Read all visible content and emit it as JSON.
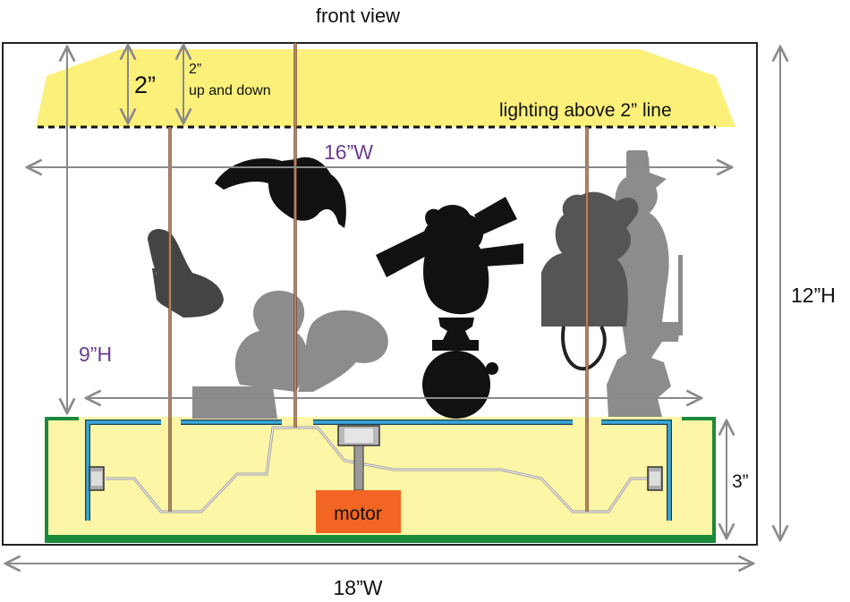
{
  "title": "front view",
  "labels": {
    "two_inch": "2”",
    "two_inch_small": "2”",
    "up_and_down": "up and down",
    "lighting": "lighting above 2” line",
    "width_16": "16”W",
    "height_9": "9”H",
    "height_12": "12”H",
    "width_18": "18”W",
    "height_3": "3”",
    "motor": "motor"
  },
  "colors": {
    "box_outline": "#222222",
    "light_yellow": "#fbf07a",
    "base_yellow": "#fdf6a6",
    "base_green": "#1a8a3a",
    "track_blue": "#3aa8d8",
    "rod_brown": "#b07a5a",
    "motor_orange": "#f26522",
    "dimension_gray": "#8a8a8a",
    "accent_purple": "#6a3d8f",
    "silhouette_black": "#111111",
    "silhouette_gray": "#8c8c8c"
  }
}
